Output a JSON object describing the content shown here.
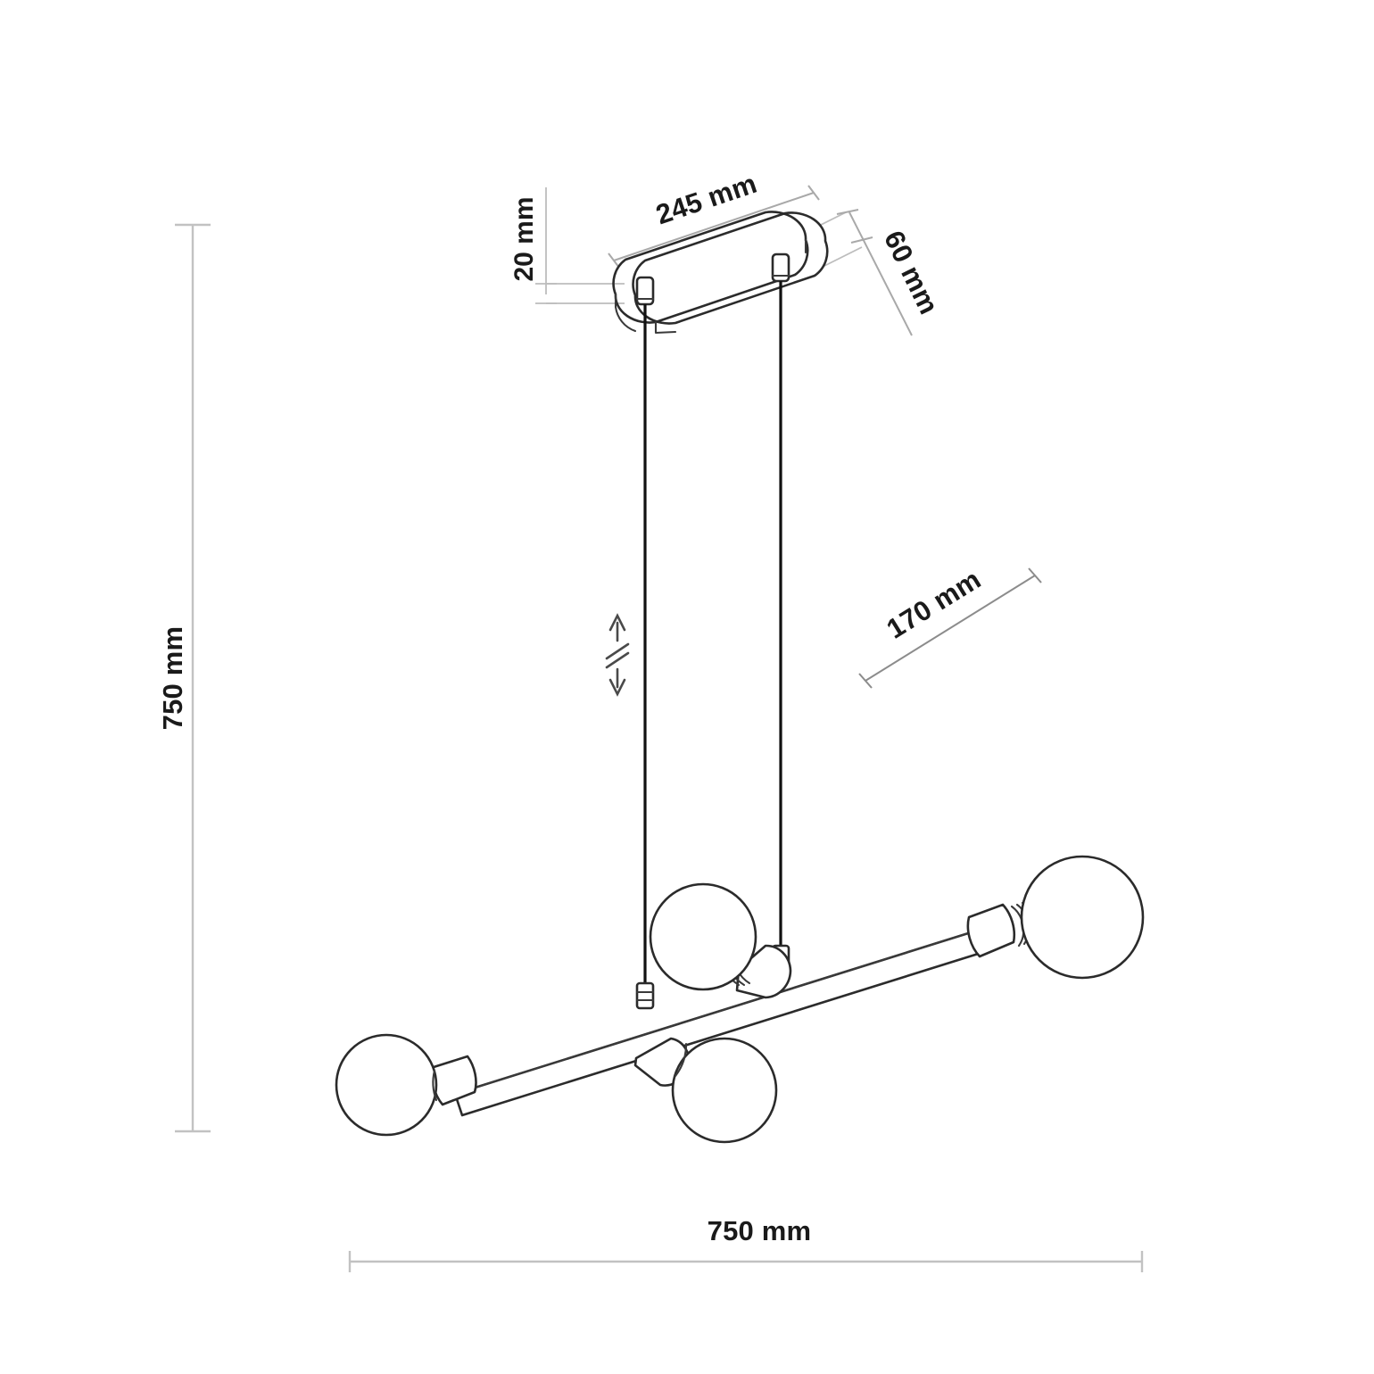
{
  "document": {
    "type": "technical-dimension-drawing",
    "subject": "4-bulb linear pendant lamp",
    "background_color": "#ffffff",
    "line_color": "#2b2b2b",
    "dimension_line_color": "#b0b0b0",
    "text_color": "#1a1a1a"
  },
  "dimensions": {
    "height_total": {
      "label": "750 mm",
      "value": 750,
      "unit": "mm",
      "orientation": "vertical",
      "position": "left",
      "description": "Total suspension height from ceiling to lowest bulb"
    },
    "width_total": {
      "label": "750 mm",
      "value": 750,
      "unit": "mm",
      "orientation": "horizontal",
      "position": "bottom",
      "description": "Total horizontal span of the lamp arm"
    },
    "canopy_length": {
      "label": "245 mm",
      "value": 245,
      "unit": "mm",
      "orientation": "diagonal",
      "position": "top",
      "description": "Ceiling canopy length"
    },
    "canopy_height": {
      "label": "20 mm",
      "value": 20,
      "unit": "mm",
      "orientation": "vertical",
      "position": "top-left",
      "description": "Ceiling canopy thickness"
    },
    "canopy_width": {
      "label": "60 mm",
      "value": 60,
      "unit": "mm",
      "orientation": "diagonal",
      "position": "top-right",
      "description": "Ceiling canopy width"
    },
    "bulb_diameter": {
      "label": "170 mm",
      "value": 170,
      "unit": "mm",
      "orientation": "diagonal",
      "position": "middle-right",
      "description": "Bulb globe diameter"
    }
  },
  "symbols": {
    "adjustable_height": {
      "name": "adjustable-height-symbol",
      "description": "Double-headed vertical arrow with break marks indicating adjustable cable length"
    }
  },
  "product": {
    "name": "Linear pendant lamp",
    "bulb_count": 4,
    "cable_count": 2,
    "parts": [
      "ceiling-canopy",
      "suspension-cable-left",
      "suspension-cable-right",
      "horizontal-rod",
      "bulb-left-end",
      "bulb-mid-upper",
      "bulb-mid-lower",
      "bulb-right-end"
    ]
  }
}
